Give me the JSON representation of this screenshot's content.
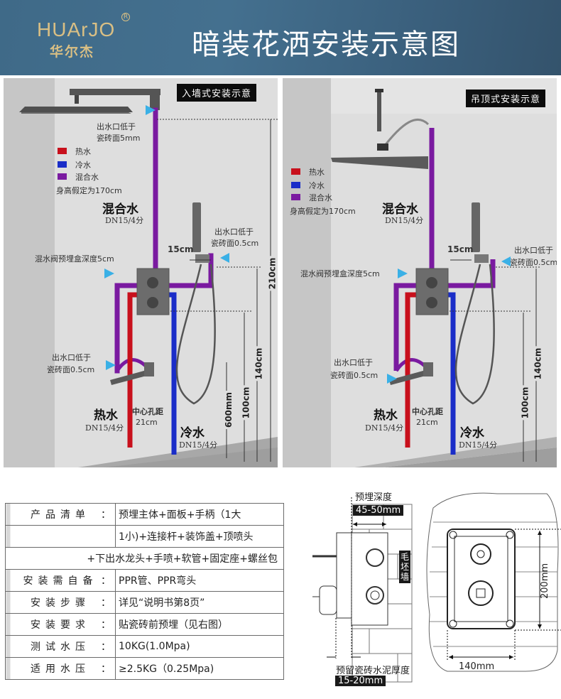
{
  "header": {
    "brand_en": "HUArJO",
    "brand_reg": "R",
    "brand_cn": "华尔杰",
    "title": "暗装花洒安装示意图",
    "brand_color": "#d9bf84",
    "background_color": "#41698a"
  },
  "legend_colors": {
    "hot": "#c8101c",
    "cold": "#1a2dc8",
    "mixed": "#7a1aa0",
    "marker": "#3ab0e6"
  },
  "wall_mounted": {
    "badge": "入墙式安装示意",
    "outlet_top_line1": "出水口低于",
    "outlet_top_line2": "瓷砖面5mm",
    "legend": [
      {
        "label": "热水",
        "type": "hot"
      },
      {
        "label": "冷水",
        "type": "cold"
      },
      {
        "label": "混合水",
        "type": "mixed"
      }
    ],
    "height_note": "身高假定为170cm",
    "mixed_label": "混合水",
    "mixed_dn": "DN15/4分",
    "hand_outlet_line1": "出水口低于",
    "hand_outlet_line2": "瓷砖面0.5cm",
    "hand_offset": "15cm",
    "valve_depth": "混水阀预埋盒深度5cm",
    "spout_line1": "出水口低于",
    "spout_line2": "瓷砖面0.5cm",
    "hot_label": "热水",
    "hot_dn": "DN15/4分",
    "cold_label": "冷水",
    "cold_dn": "DN15/4分",
    "center_label": "中心孔距",
    "center_value": "21cm",
    "dim_600": "600mm",
    "dim_100": "100cm",
    "dim_140": "140cm",
    "dim_210": "210cm"
  },
  "ceiling_mounted": {
    "badge": "吊顶式安装示意",
    "legend": [
      {
        "label": "热水",
        "type": "hot"
      },
      {
        "label": "冷水",
        "type": "cold"
      },
      {
        "label": "混合水",
        "type": "mixed"
      }
    ],
    "height_note": "身高假定为170cm",
    "mixed_label": "混合水",
    "mixed_dn": "DN15/4分",
    "hand_outlet_line1": "出水口低于",
    "hand_outlet_line2": "瓷砖面0.5cm",
    "hand_offset": "15cm",
    "valve_depth": "混水阀预埋盒深度5cm",
    "spout_line1": "出水口低于",
    "spout_line2": "瓷砖面0.5cm",
    "hot_label": "热水",
    "hot_dn": "DN15/4分",
    "cold_label": "冷水",
    "cold_dn": "DN15/4分",
    "center_label": "中心孔距",
    "center_value": "21cm",
    "dim_100": "100cm",
    "dim_140": "140cm"
  },
  "spec_table": {
    "rows": [
      {
        "key": "产品清单",
        "value": "预埋主体+面板+手柄（1大"
      },
      {
        "key": "",
        "value": "1小)+连接杆+装饰盖+顶喷头"
      },
      {
        "full": "+下出水龙头+手喷+软管+固定座+螺丝包"
      },
      {
        "key": "安装需自备",
        "value": "PPR管、PPR弯头"
      },
      {
        "key": "安装步骤",
        "value": "详见“说明书第8页”"
      },
      {
        "key": "安装要求",
        "value": "贴瓷砖前预埋（见右图）"
      },
      {
        "key": "测试水压",
        "value": "10KG(1.0Mpa)"
      },
      {
        "key": "适用水压",
        "value": "≥2.5KG（0.25Mpa)"
      }
    ],
    "colon": "："
  },
  "tech_drawing": {
    "depth_label": "预埋深度",
    "depth_value": "45-50mm",
    "wall_label": "毛坯墙",
    "tile_label": "预留瓷砖水泥厚度",
    "tile_value": "15-20mm",
    "height_value": "200mm",
    "width_value": "140mm"
  }
}
